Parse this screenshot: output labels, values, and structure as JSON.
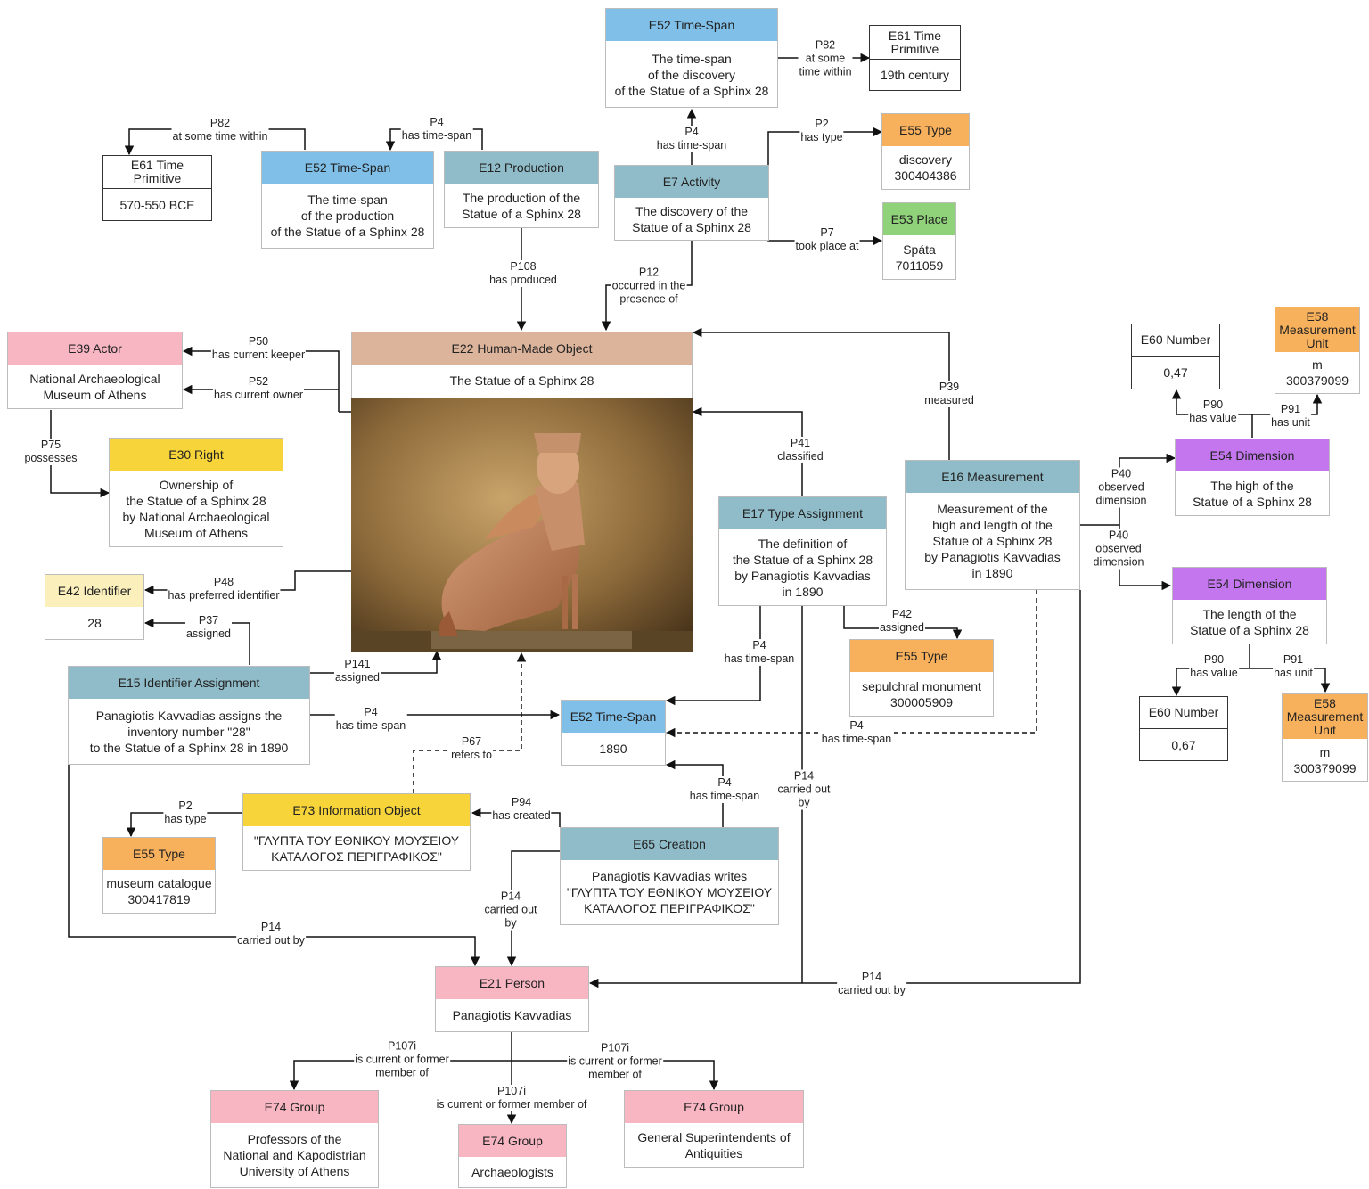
{
  "palette": {
    "timespan": "#7fbfe8",
    "production": "#8fbcc8",
    "type": "#f7b05c",
    "place": "#8fd27a",
    "actor": "#f7b6c2",
    "right": "#f7d43a",
    "identifier": "#fbefbc",
    "object": "#dcb49c",
    "dimension": "#c376ee",
    "measurement_unit": "#f7b05c",
    "info": "#f7d43a"
  },
  "nodes": {
    "ts_discovery": {
      "title": "E52 Time-Span",
      "body": "The time-span\nof the discovery\nof the Statue of a Sphinx 28"
    },
    "tp_19th": {
      "title": "E61 Time Primitive",
      "body": "19th century"
    },
    "tp_bce": {
      "title": "E61 Time Primitive",
      "body": "570-550 BCE"
    },
    "ts_production": {
      "title": "E52 Time-Span",
      "body": "The time-span\nof the production\nof the Statue of a Sphinx 28"
    },
    "production": {
      "title": "E12 Production",
      "body": "The production of the\nStatue of a Sphinx 28"
    },
    "activity": {
      "title": "E7 Activity",
      "body": "The discovery of the\nStatue of a Sphinx 28"
    },
    "type_discovery": {
      "title": "E55 Type",
      "body": "discovery\n300404386"
    },
    "place": {
      "title": "E53 Place",
      "body": "Spáta\n7011059"
    },
    "actor": {
      "title": "E39 Actor",
      "body": "National Archaeological\nMuseum of Athens"
    },
    "object": {
      "title": "E22 Human-Made Object",
      "body": "The Statue of a Sphinx 28"
    },
    "right": {
      "title": "E30 Right",
      "body": "Ownership of\nthe Statue of a Sphinx 28\nby National Archaeological\nMuseum of Athens"
    },
    "identifier": {
      "title": "E42 Identifier",
      "body": "28"
    },
    "id_assign": {
      "title": "E15 Identifier Assignment",
      "body": "Panagiotis Kavvadias assigns the\ninventory number \"28\"\nto the Statue of a Sphinx 28 in 1890"
    },
    "type_assign": {
      "title": "E17 Type Assignment",
      "body": "The definition of\nthe Statue of a Sphinx 28\nby Panagiotis Kavvadias\nin 1890"
    },
    "type_sepulchral": {
      "title": "E55 Type",
      "body": "sepulchral monument\n300005909"
    },
    "measurement": {
      "title": "E16 Measurement",
      "body": "Measurement of the\nhigh and length of the\nStatue of a Sphinx 28\nby Panagiotis Kavvadias\nin 1890"
    },
    "number_047": {
      "title": "E60 Number",
      "body": "0,47"
    },
    "unit_1": {
      "title": "E58\nMeasurement\nUnit",
      "body": "m\n300379099"
    },
    "dim_high": {
      "title": "E54 Dimension",
      "body": "The high of the\nStatue of a Sphinx 28"
    },
    "dim_length": {
      "title": "E54 Dimension",
      "body": "The length of the\nStatue of a Sphinx 28"
    },
    "number_067": {
      "title": "E60 Number",
      "body": "0,67"
    },
    "unit_2": {
      "title": "E58\nMeasurement\nUnit",
      "body": "m\n300379099"
    },
    "ts_1890": {
      "title": "E52 Time-Span",
      "body": "1890"
    },
    "type_catalogue": {
      "title": "E55 Type",
      "body": "museum catalogue\n300417819"
    },
    "info": {
      "title": "E73 Information Object",
      "body": "\"ΓΛΥΠΤΑ ΤΟΥ ΕΘΝΙΚΟΥ ΜΟΥΣΕΙΟΥ\nΚΑΤΑΛΟΓΟΣ ΠΕΡΙΓΡΑΦΙΚΟΣ\""
    },
    "creation": {
      "title": "E65 Creation",
      "body": "Panagiotis Kavvadias writes\n\"ΓΛΥΠΤΑ ΤΟΥ ΕΘΝΙΚΟΥ ΜΟΥΣΕΙΟΥ\nΚΑΤΑΛΟΓΟΣ ΠΕΡΙΓΡΑΦΙΚΟΣ\""
    },
    "person": {
      "title": "E21 Person",
      "body": "Panagiotis Kavvadias"
    },
    "group_professors": {
      "title": "E74 Group",
      "body": "Professors of the\nNational and Kapodistrian\nUniversity of Athens"
    },
    "group_archaeologists": {
      "title": "E74 Group",
      "body": "Archaeologists"
    },
    "group_superintendents": {
      "title": "E74 Group",
      "body": "General Superintendents of\nAntiquities"
    }
  },
  "edge_labels": {
    "p82_top": "P82\nat some\ntime within",
    "p82_left": "P82\nat some time within",
    "p4_prod": "P4\nhas time-span",
    "p4_activity": "P4\nhas time-span",
    "p2_activity": "P2\nhas type",
    "p7": "P7\ntook place at",
    "p108": "P108\nhas produced",
    "p12": "P12\noccurred in the\npresence of",
    "p50": "P50\nhas current keeper",
    "p52": "P52\nhas current owner",
    "p75": "P75\npossesses",
    "p48": "P48\nhas preferred identifier",
    "p37": "P37\nassigned",
    "p141": "P141\nassigned",
    "p4_idassign": "P4\nhas time-span",
    "p67": "P67\nrefers to",
    "p2_info": "P2\nhas type",
    "p94": "P94\nhas created",
    "p4_creation": "P4\nhas time-span",
    "p14_creation": "P14\ncarried out\nby",
    "p14_idassign": "P14\ncarried out by",
    "p41": "P41\nclassified",
    "p4_typeassign": "P4\nhas time-span",
    "p42": "P42\nassigned",
    "p14_typeassign": "P14\ncarried out\nby",
    "p39": "P39\nmeasured",
    "p40_high": "P40\nobserved\ndimension",
    "p40_length": "P40\nobserved\ndimension",
    "p4_measurement": "P4\nhas time-span",
    "p14_measurement": "P14\ncarried out by",
    "p90_high": "P90\nhas value",
    "p91_high": "P91\nhas unit",
    "p90_length": "P90\nhas value",
    "p91_length": "P91\nhas unit",
    "p107_professors": "P107i\nis current or former\nmember of",
    "p107_archaeologists": "P107i\nis current or former member of",
    "p107_superintendents": "P107i\nis current or former\nmember of"
  },
  "photo": {
    "subject": "sphinx-statue"
  }
}
